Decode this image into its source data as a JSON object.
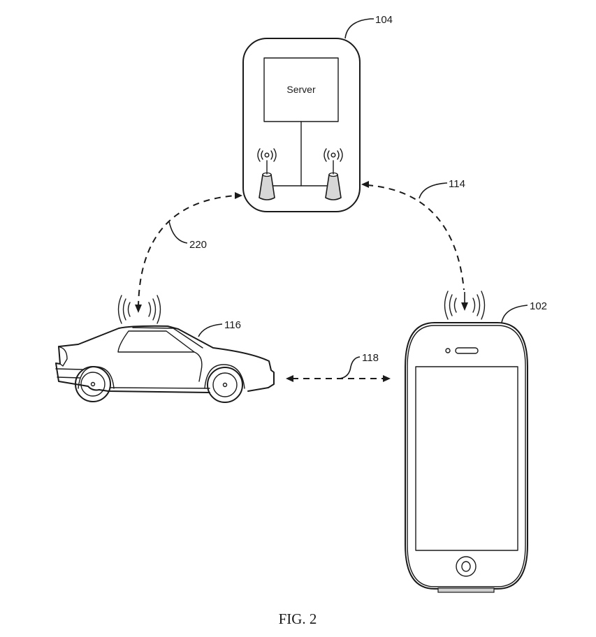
{
  "figure": {
    "caption": "FIG. 2"
  },
  "server_device": {
    "ref": "104",
    "box_label": "Server",
    "antennas": 2
  },
  "vehicle": {
    "ref": "116"
  },
  "mobile_device": {
    "ref": "102"
  },
  "links": [
    {
      "ref": "220",
      "from": "vehicle",
      "to": "server_device",
      "style": "dashed",
      "direction": "bidirectional"
    },
    {
      "ref": "114",
      "from": "mobile_device",
      "to": "server_device",
      "style": "dashed",
      "direction": "bidirectional"
    },
    {
      "ref": "118",
      "from": "vehicle",
      "to": "mobile_device",
      "style": "dashed",
      "direction": "bidirectional"
    }
  ],
  "colors": {
    "ink": "#1a1a1a",
    "background": "#ffffff",
    "antenna_fill": "#d7d7d7"
  }
}
